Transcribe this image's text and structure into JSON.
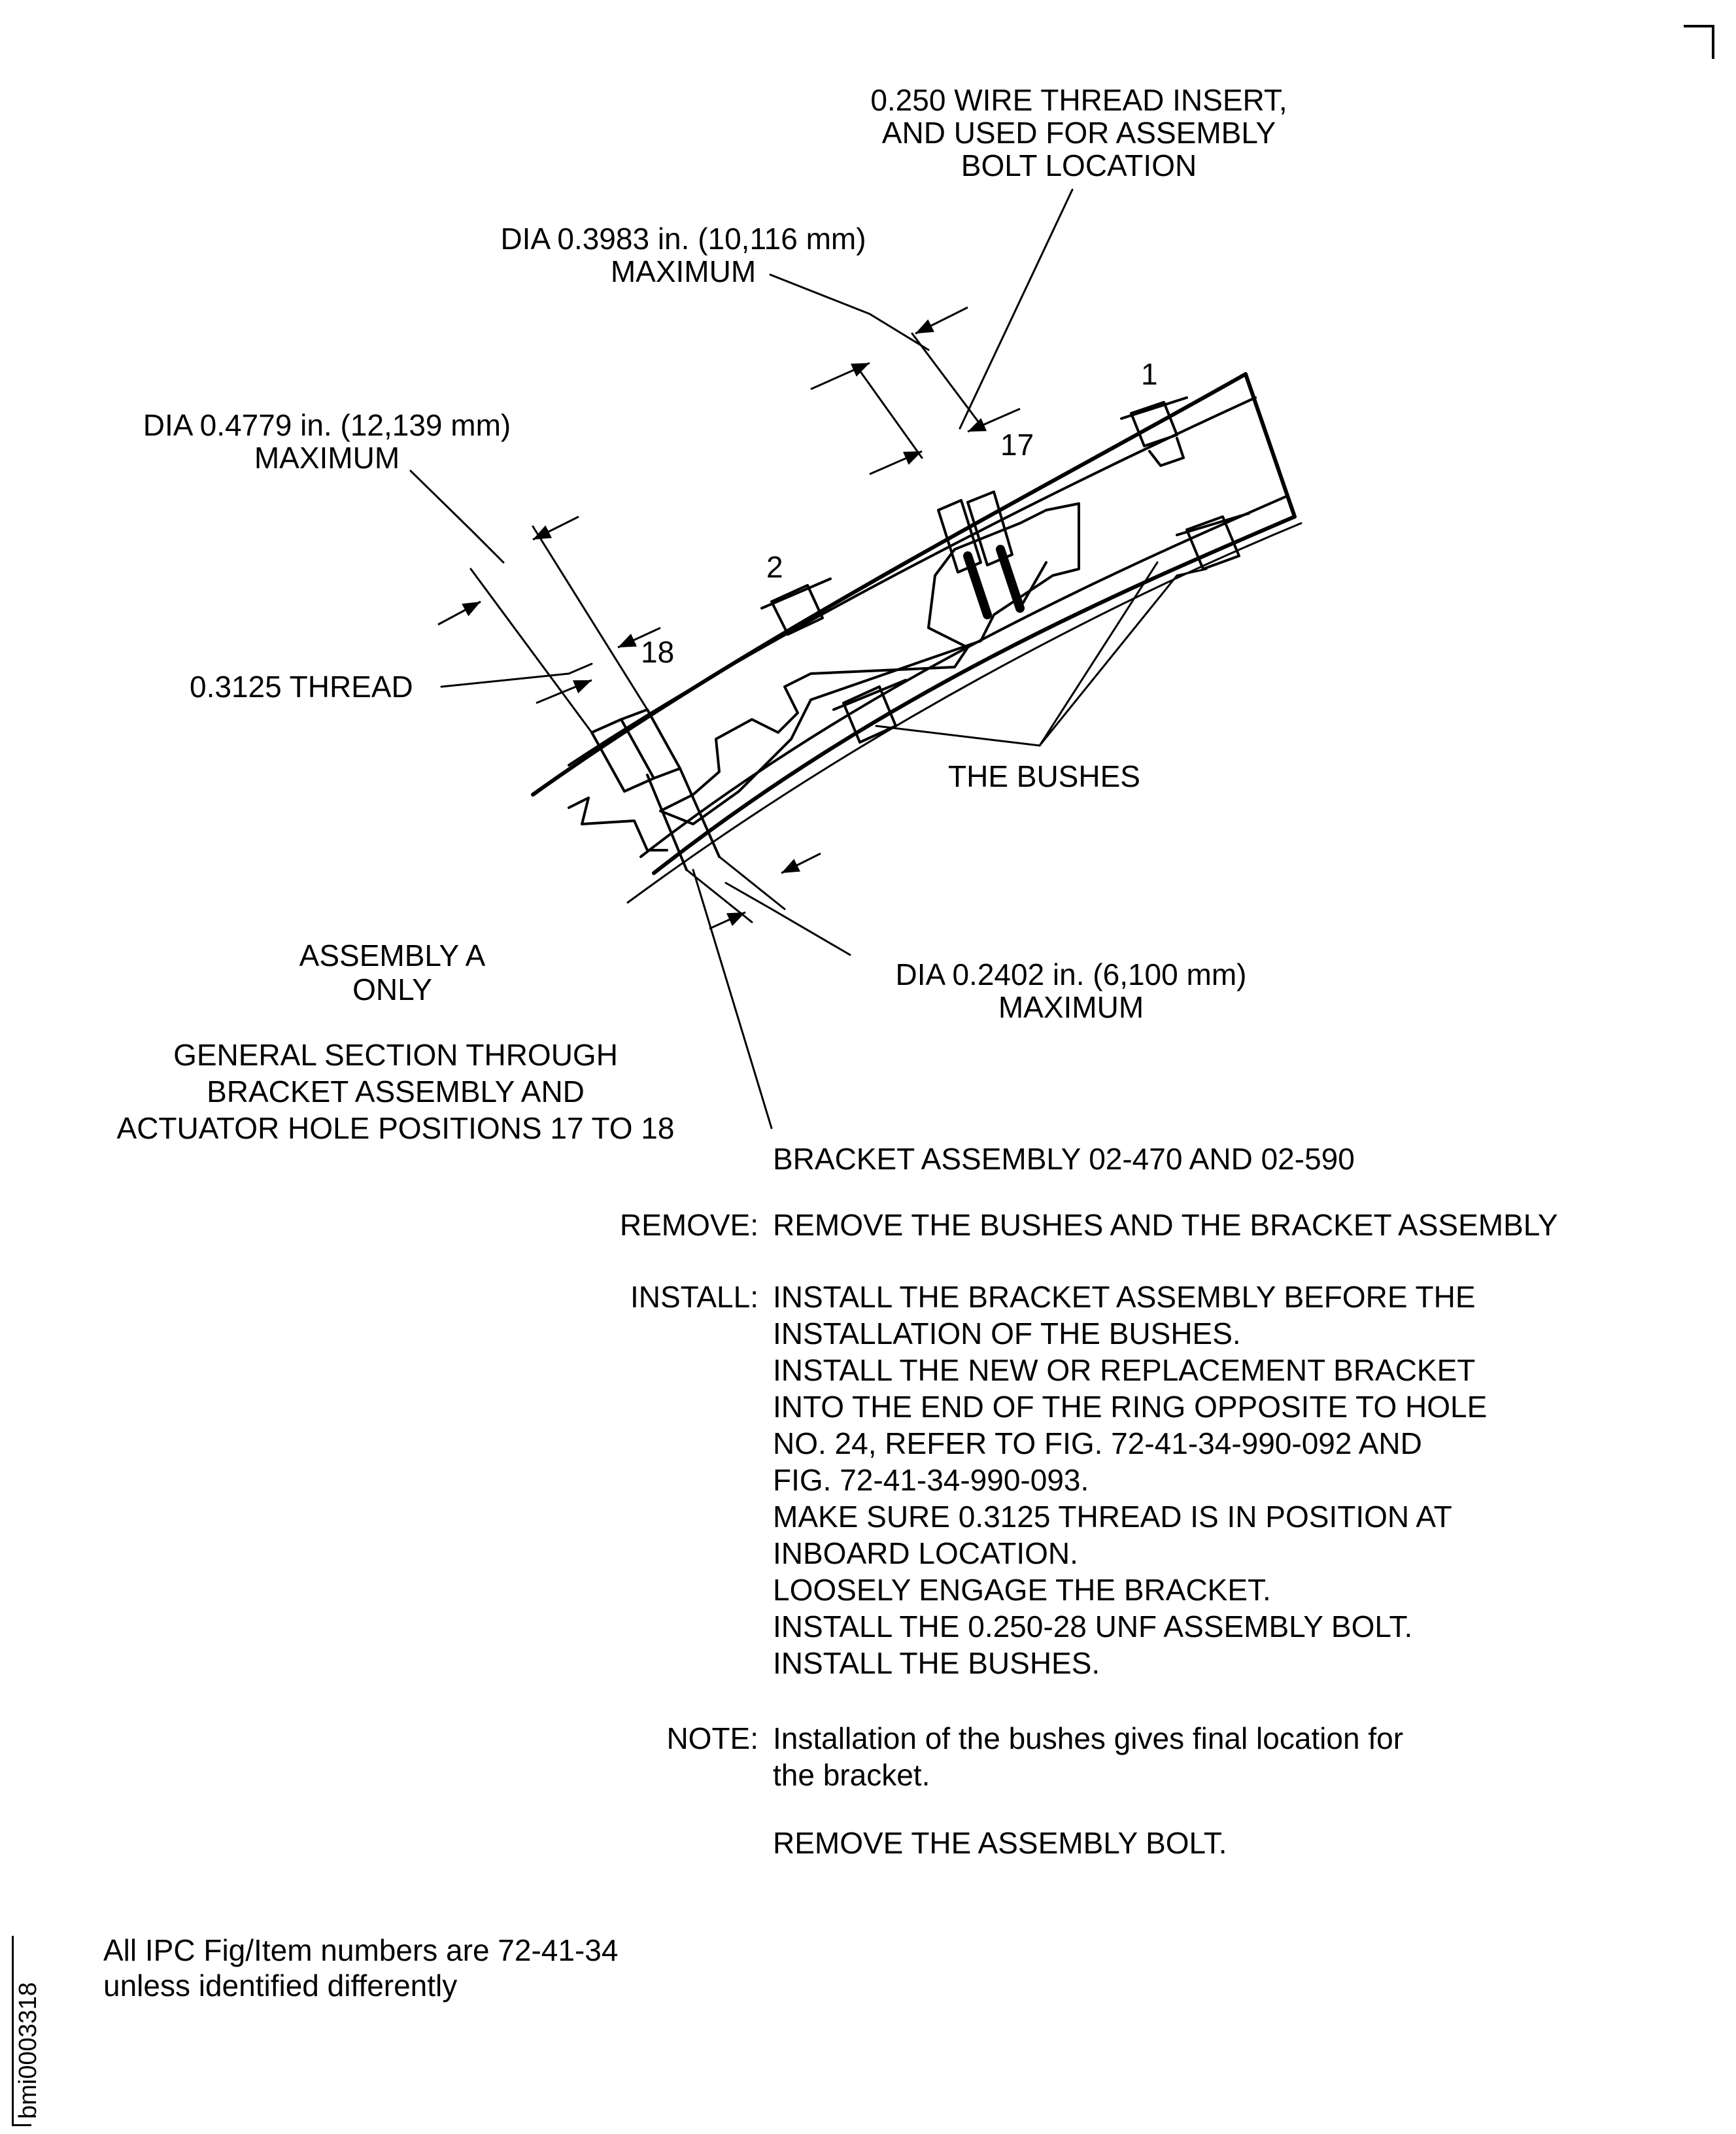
{
  "callouts": {
    "insert": [
      "0.250 WIRE THREAD INSERT,",
      "AND USED FOR ASSEMBLY",
      "BOLT LOCATION"
    ],
    "dia_3983": [
      "DIA 0.3983 in. (10,116 mm)",
      "MAXIMUM"
    ],
    "dia_4779": [
      "DIA 0.4779 in. (12,139 mm)",
      "MAXIMUM"
    ],
    "thread": "0.3125 THREAD",
    "bushes": "THE BUSHES",
    "dia_2402": [
      "DIA 0.2402 in. (6,100 mm)",
      "MAXIMUM"
    ],
    "bracket": "BRACKET ASSEMBLY 02-470 AND 02-590"
  },
  "item_numbers": {
    "item_1": "1",
    "item_2": "2",
    "item_17": "17",
    "item_18": "18"
  },
  "assembly_note": [
    "ASSEMBLY A",
    "ONLY"
  ],
  "section_title": [
    "GENERAL SECTION THROUGH",
    "BRACKET ASSEMBLY AND",
    "ACTUATOR HOLE POSITIONS 17 TO 18"
  ],
  "procedure": {
    "remove": {
      "term": "REMOVE:",
      "text": "REMOVE THE BUSHES AND THE BRACKET ASSEMBLY"
    },
    "install": {
      "term": "INSTALL:",
      "lines": [
        "INSTALL THE BRACKET ASSEMBLY BEFORE THE",
        "INSTALLATION OF THE BUSHES.",
        "INSTALL THE NEW OR REPLACEMENT BRACKET",
        "INTO THE END OF THE RING OPPOSITE TO HOLE",
        "NO. 24, REFER TO FIG. 72-41-34-990-092 AND",
        "FIG. 72-41-34-990-093.",
        "MAKE SURE 0.3125 THREAD IS IN POSITION AT",
        "INBOARD LOCATION.",
        "LOOSELY ENGAGE THE BRACKET.",
        "INSTALL THE 0.250-28 UNF ASSEMBLY BOLT.",
        "INSTALL THE BUSHES."
      ]
    },
    "note": {
      "term": "NOTE:",
      "lines": [
        "Installation of the bushes gives final location for",
        "the bracket."
      ]
    },
    "final": "REMOVE THE ASSEMBLY BOLT."
  },
  "footer": {
    "lines": [
      "All IPC Fig/Item numbers are 72-41-34",
      "unless identified differently"
    ]
  },
  "doc_id": "bmi0003318"
}
